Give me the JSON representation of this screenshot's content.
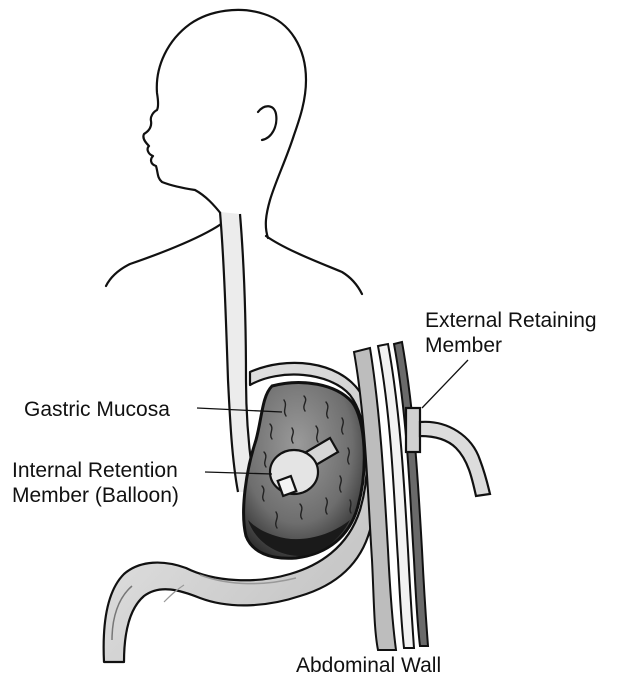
{
  "labels": {
    "external_retaining_member": [
      "External Retaining",
      "Member"
    ],
    "gastric_mucosa": "Gastric Mucosa",
    "internal_retention_member": [
      "Internal Retention",
      "Member (Balloon)"
    ],
    "abdominal_wall": "Abdominal Wall"
  },
  "colors": {
    "ink": "#111111",
    "stomach_fill": "#d9d9d9",
    "mucosa_fill": "#8a8a8a",
    "mucosa_dark": "#1e1e1e",
    "wall_band": "#bdbdbd"
  }
}
